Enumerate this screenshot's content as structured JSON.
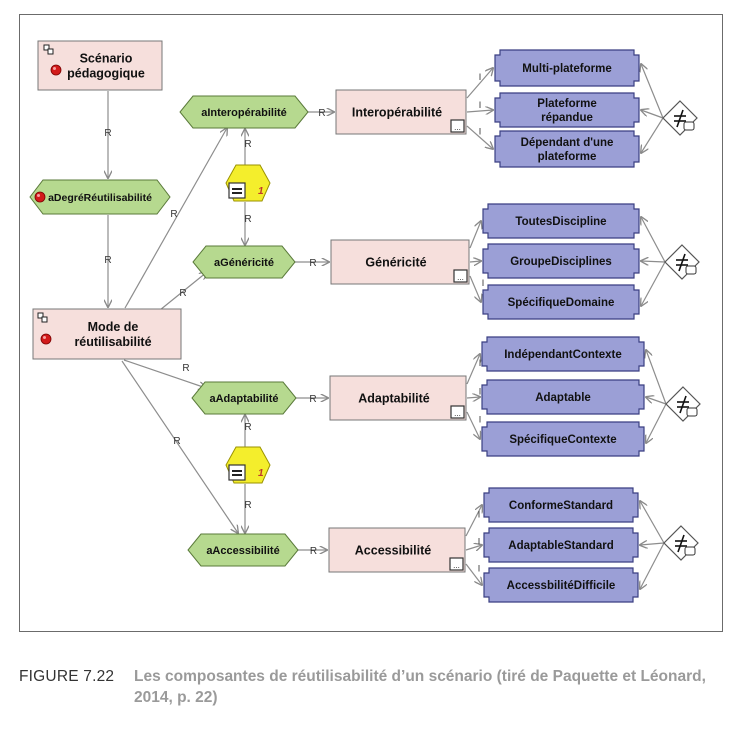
{
  "diagram": {
    "scenario": [
      "Scénario",
      "pédagogique"
    ],
    "degre": "aDegréRéutilisabilité",
    "mode": [
      "Mode de",
      "réutilisabilité"
    ],
    "rows": [
      {
        "attribute": "aInteropérabilité",
        "concept": "Interopérabilité",
        "options": [
          [
            "Multi-plateforme"
          ],
          [
            "Plateforme",
            "répandue"
          ],
          [
            "Dépendant d'une",
            "plateforme"
          ]
        ]
      },
      {
        "attribute": "aGénéricité",
        "concept": "Généricité",
        "options": [
          [
            "ToutesDiscipline"
          ],
          [
            "GroupeDisciplines"
          ],
          [
            "SpécifiqueDomaine"
          ]
        ]
      },
      {
        "attribute": "aAdaptabilité",
        "concept": "Adaptabilité",
        "options": [
          [
            "IndépendantContexte"
          ],
          [
            "Adaptable"
          ],
          [
            "SpécifiqueContexte"
          ]
        ]
      },
      {
        "attribute": "aAccessibilité",
        "concept": "Accessibilité",
        "options": [
          [
            "ConformeStandard"
          ],
          [
            "AdaptableStandard"
          ],
          [
            "AccessbilitéDifficile"
          ]
        ]
      }
    ],
    "rule_value": "1",
    "link_r": "R",
    "link_i": "I",
    "ellipsis": "..."
  },
  "caption": {
    "number": "FIGURE 7.22",
    "text": "Les composantes de réutilisabilité d’un scénario (tiré de Paquette et Léonard, 2014, p. 22)"
  }
}
